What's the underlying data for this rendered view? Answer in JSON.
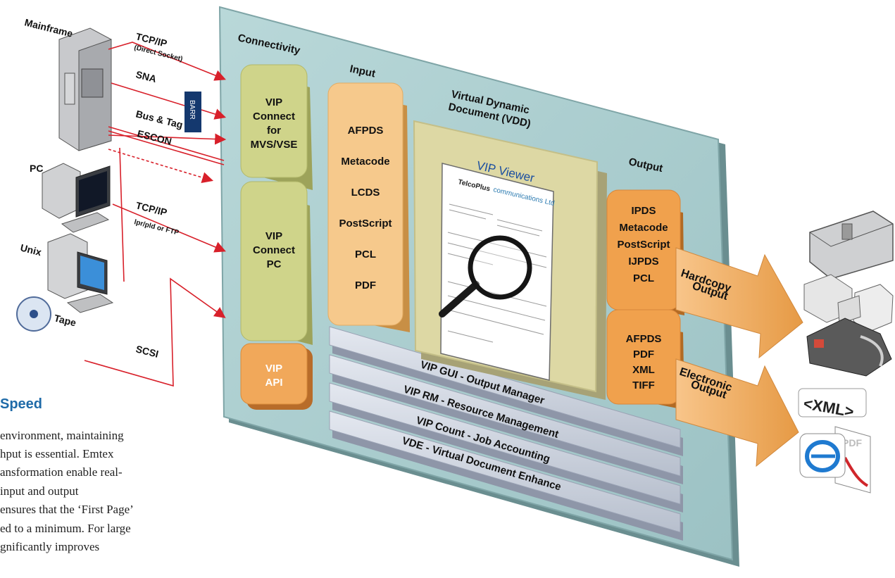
{
  "sources": {
    "mainframe": "Mainframe",
    "pc": "PC",
    "unix": "Unix",
    "tape": "Tape",
    "barr": "BARR"
  },
  "links": {
    "tcpip": "TCP/IP",
    "direct_socket": "(Direct Socket)",
    "sna": "SNA",
    "bus_tag": "Bus & Tag",
    "escon": "ESCON",
    "tcpip2": "TCP/IP",
    "lpr": "lpr/pld or FTP",
    "scsi": "SCSI"
  },
  "columns": {
    "connectivity": "Connectivity",
    "input": "Input",
    "vdd_line1": "Virtual Dynamic",
    "vdd_line2": "Document (VDD)",
    "output": "Output"
  },
  "connectivity_boxes": [
    [
      "VIP",
      "Connect",
      "for",
      "MVS/VSE"
    ],
    [
      "VIP",
      "Connect",
      "PC"
    ],
    [
      "VIP",
      "API"
    ]
  ],
  "input_formats": [
    "AFPDS",
    "Metacode",
    "LCDS",
    "PostScript",
    "PCL",
    "PDF"
  ],
  "viewer": {
    "title": "VIP Viewer",
    "doc_brand_bold": "TelcoPlus",
    "doc_brand_light": "communications Ltd"
  },
  "modules": [
    "VIP GUI - Output Manager",
    "VIP RM - Resource Management",
    "VIP Count - Job Accounting",
    "VDE - Virtual Document Enhance"
  ],
  "hardcopy_formats": [
    "IPDS",
    "Metacode",
    "PostScript",
    "IJPDS",
    "PCL"
  ],
  "electronic_formats": [
    "AFPDS",
    "PDF",
    "XML",
    "TIFF"
  ],
  "arrows": {
    "hardcopy": [
      "Hardcopy",
      "Output"
    ],
    "electronic": [
      "Electronic",
      "Output"
    ]
  },
  "xml_badge": "<XML>",
  "pdf_badge": "PDF",
  "text": {
    "heading": "Speed",
    "lines": [
      "environment, maintaining",
      "hput is essential.  Emtex",
      "ansformation enable real-",
      "input and output",
      "ensures that the ‘First Page’",
      "ed to a minimum. For large",
      "gnificantly improves"
    ]
  },
  "colors": {
    "panel": "#a9cccd",
    "connect_box": "#cfd48a",
    "input_box": "#f6c98c",
    "output_box": "#f0a14d",
    "vdd_box": "#ddd8a4",
    "module_bar": "#c9d0dc",
    "link_line": "#d8202a",
    "speed_heading": "#1e6aa8"
  }
}
